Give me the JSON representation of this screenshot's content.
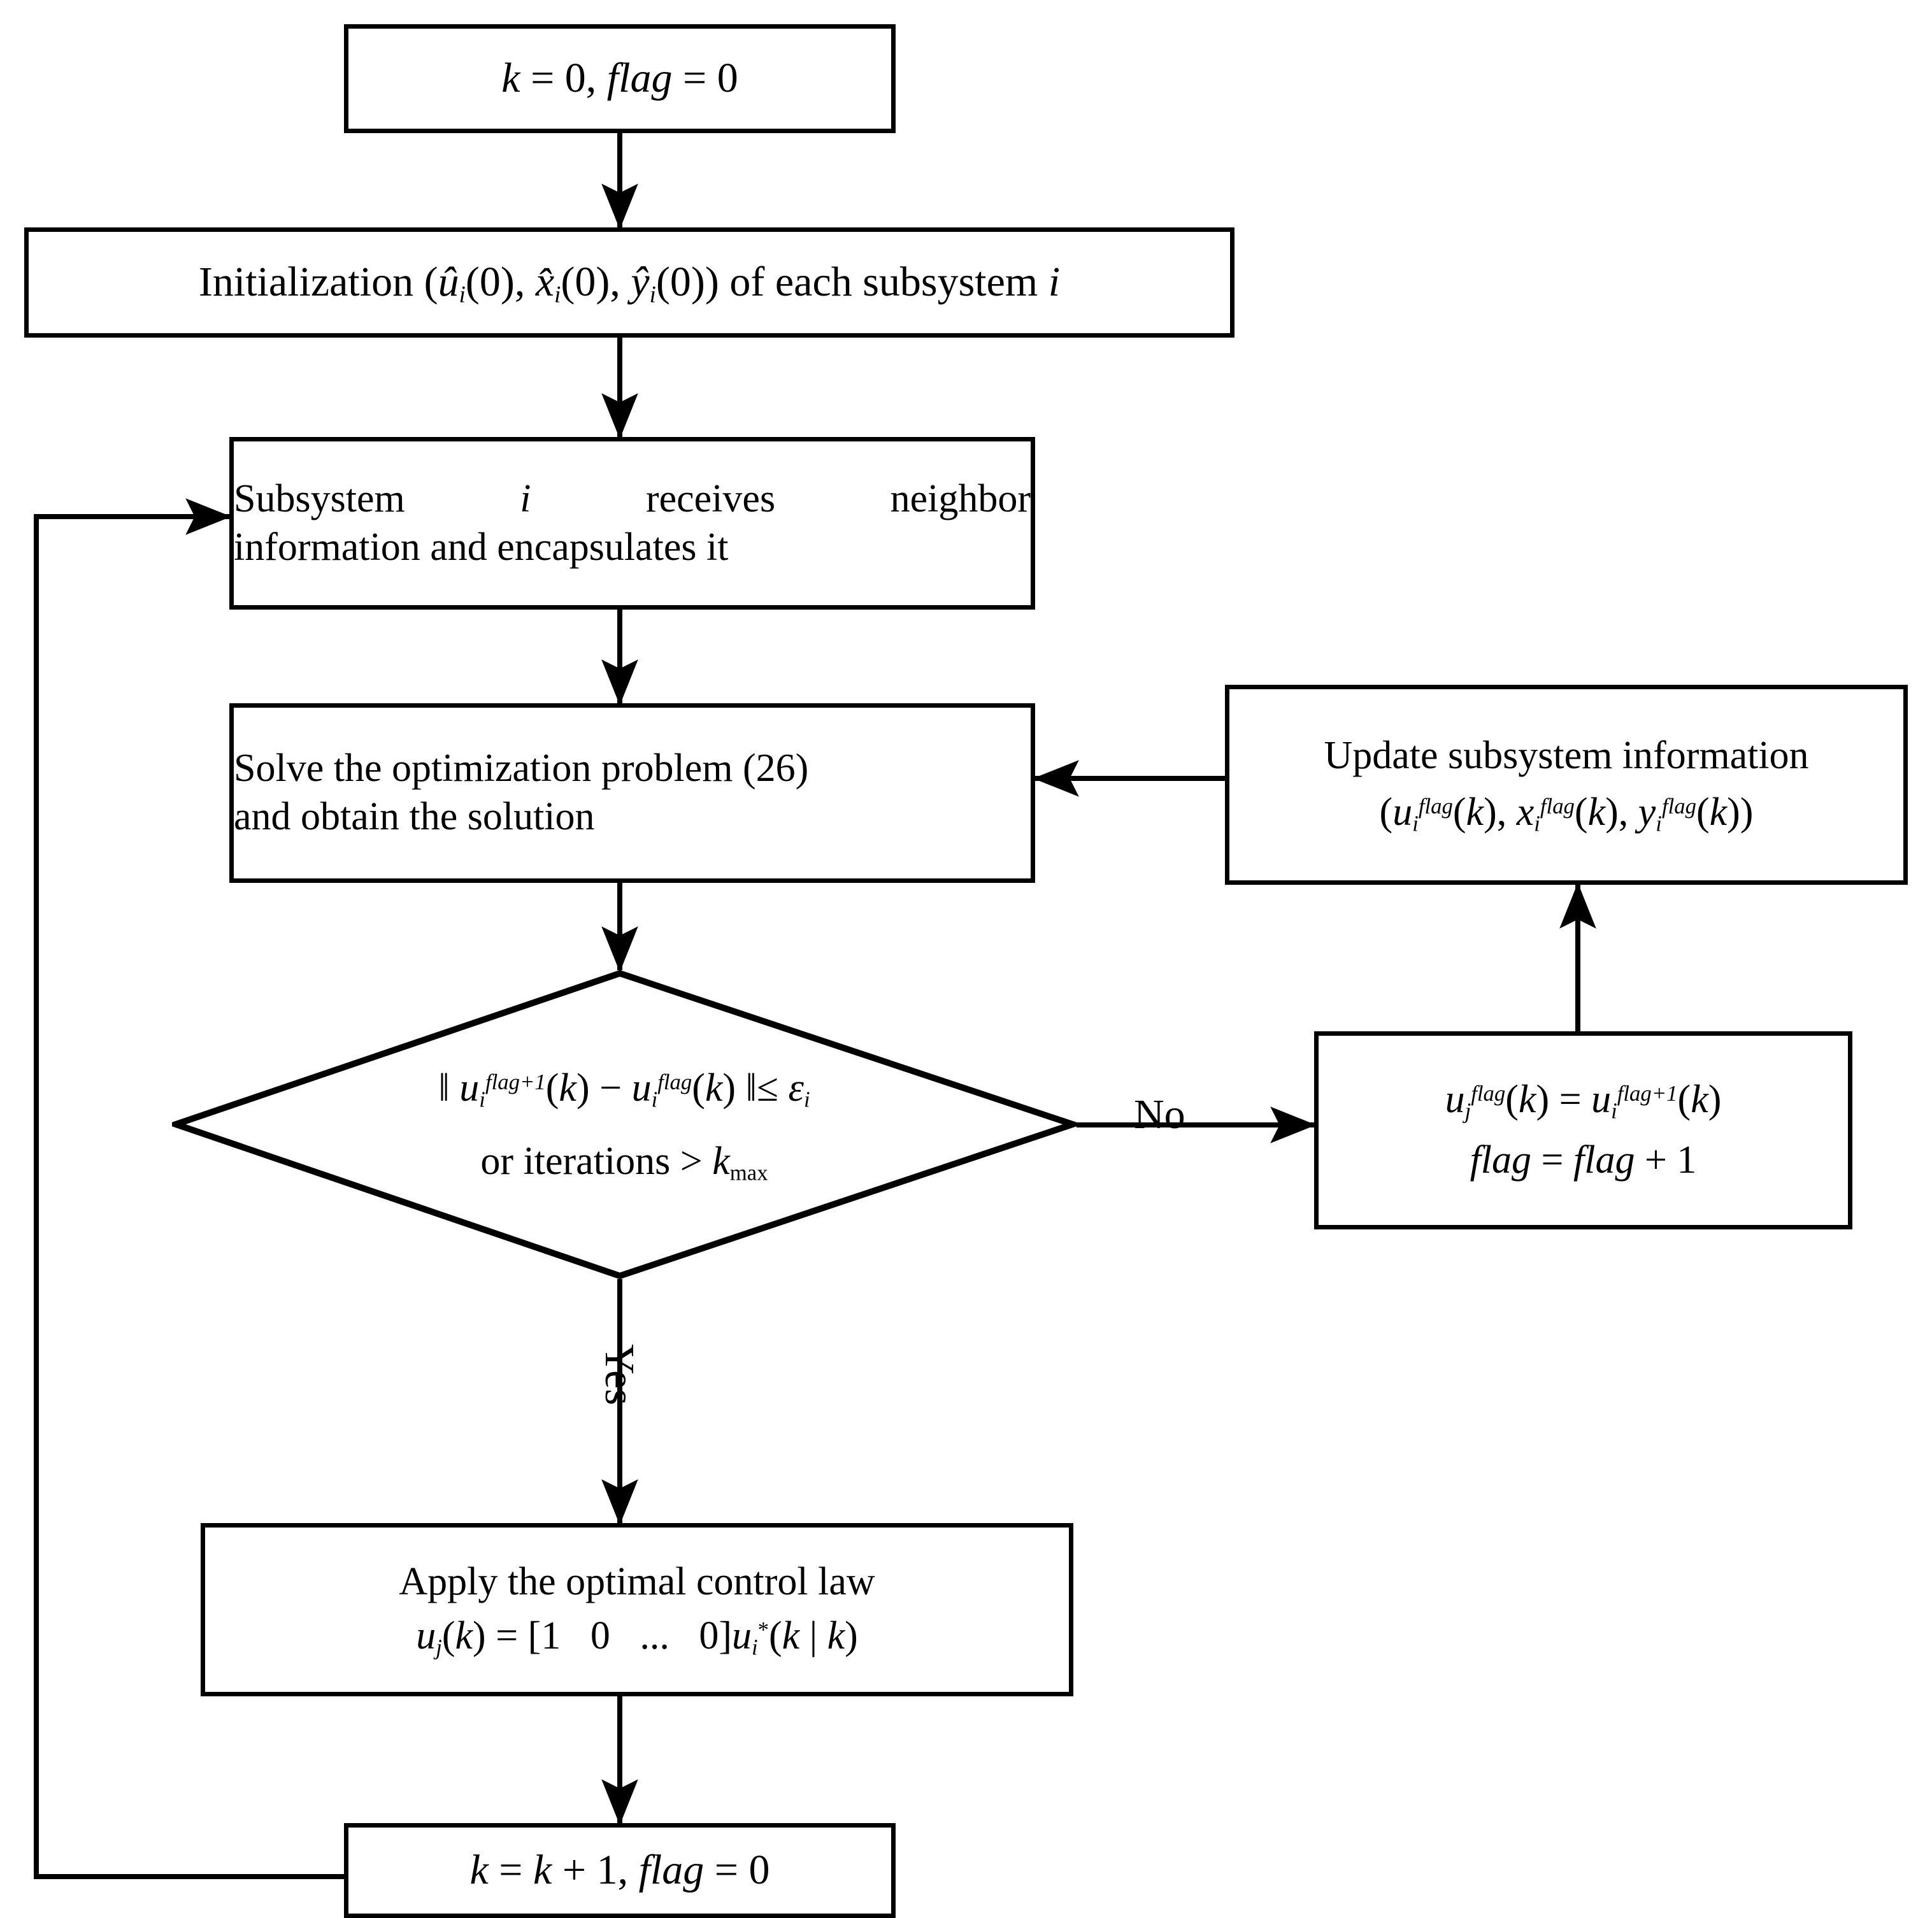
{
  "diagram": {
    "type": "flowchart",
    "title": "Distributed MPC iterative algorithm flowchart",
    "background": "#ffffff",
    "line_color": "#000000"
  },
  "nodes": {
    "start": {
      "shape": "rectangle",
      "text": "k = 0, flag = 0"
    },
    "initialization": {
      "shape": "rectangle",
      "text": "Initialization (ûᵢ(0), x̂ᵢ(0), ŷᵢ(0)) of each subsystem i"
    },
    "receive": {
      "shape": "rectangle",
      "line1": "Subsystem i receives neighbor",
      "line2": "information and encapsulates it"
    },
    "solve": {
      "shape": "rectangle",
      "line1": "Solve the optimization problem (26)",
      "line2": "and obtain the solution"
    },
    "update": {
      "shape": "rectangle",
      "line1": "Update subsystem information",
      "line2": "(uᵢ^flag(k), xᵢ^flag(k), yᵢ^flag(k))"
    },
    "decision": {
      "shape": "diamond",
      "line1": "|| uᵢ^(flag+1)(k) − uᵢ^flag(k) || ≤ εᵢ",
      "line2": "or iterations > k_max"
    },
    "assign": {
      "shape": "rectangle",
      "line1": "uⱼ^flag(k) = uᵢ^(flag+1)(k)",
      "line2": "flag = flag + 1"
    },
    "apply": {
      "shape": "rectangle",
      "line1": "Apply the optimal control law",
      "line2": "uⱼ(k) = [1  0  ...  0]uᵢ*(k | k)"
    },
    "increment": {
      "shape": "rectangle",
      "text": "k = k + 1, flag = 0"
    }
  },
  "edge_labels": {
    "no": "No",
    "yes": "Yes"
  },
  "symbols": {
    "norm_open": "||",
    "norm_close": "||",
    "leq": "≤",
    "epsilon": "ε",
    "gt": ">",
    "minus": "−",
    "ellipsis": "...",
    "star": "*",
    "bar": "|",
    "flag": "flag",
    "kmax_sub": "max",
    "index_i": "i",
    "index_j": "j",
    "k": "k",
    "zero": "0",
    "one": "1",
    "problem_ref": "(26)"
  }
}
